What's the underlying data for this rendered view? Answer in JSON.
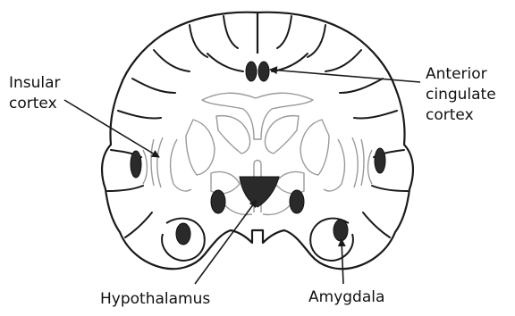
{
  "labels": {
    "insular_line1": "Insular",
    "insular_line2": "cortex",
    "acc_line1": "Anterior",
    "acc_line2": "cingulate",
    "acc_line3": "cortex",
    "hypothalamus": "Hypothalamus",
    "amygdala": "Amygdala"
  },
  "colors": {
    "outline": "#1a1a1a",
    "light_outline": "#9a9a9a",
    "highlight": "#2a2a2a",
    "background": "#ffffff"
  }
}
